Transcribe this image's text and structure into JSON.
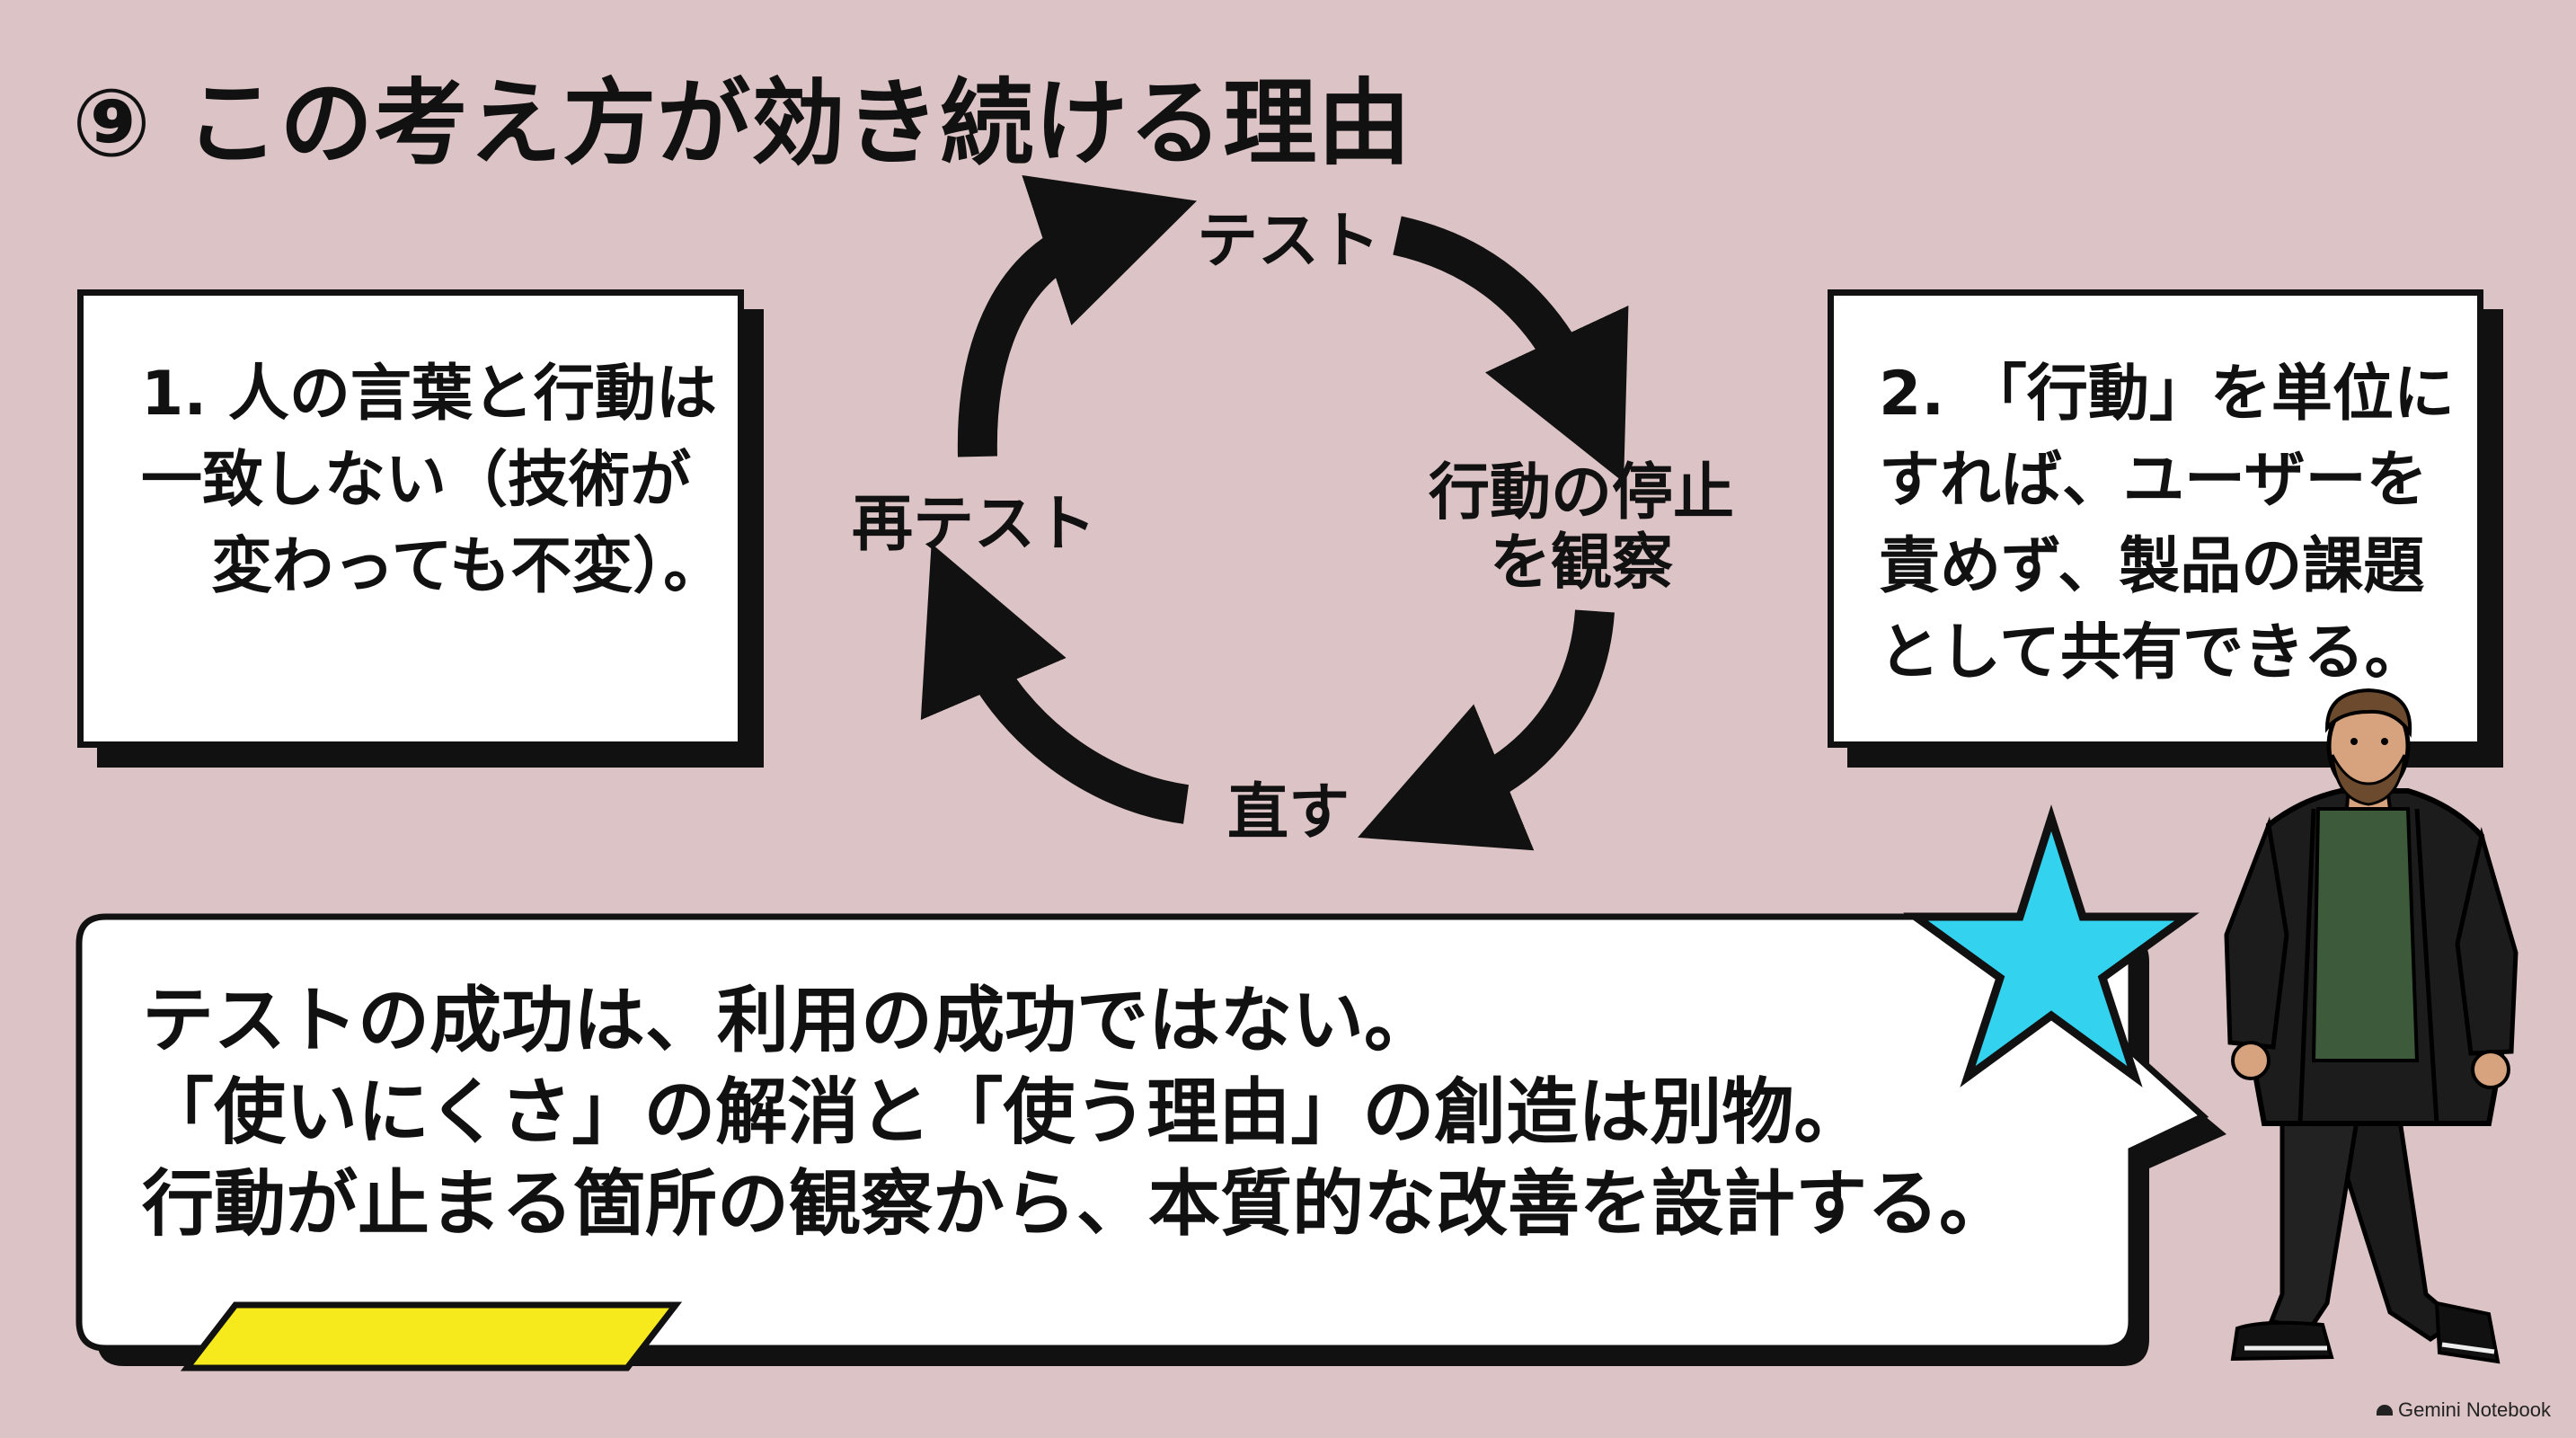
{
  "title": "⑨ この考え方が効き続ける理由",
  "left_box": {
    "lines": [
      "1. 人の言葉と行動は",
      "一致しない（技術が",
      "変わっても不変）。"
    ]
  },
  "right_box": {
    "lines": [
      "2. 「行動」を単位に",
      "すれば、ユーザーを",
      "責めず、製品の課題",
      "として共有できる。"
    ]
  },
  "cycle": {
    "top": "テスト",
    "right": [
      "行動の停止",
      "を観察"
    ],
    "bottom": "直す",
    "left": "再テスト"
  },
  "bubble": {
    "lines": [
      "テストの成功は、利用の成功ではない。",
      "「使いにくさ」の解消と「使う理由」の創造は別物。",
      "行動が止まる箇所の観察から、本質的な改善を設計する。"
    ]
  },
  "colors": {
    "background": "#dcc3c6",
    "star": "#33d3f0",
    "tape": "#f6ea1c"
  },
  "logo": "Gemini Notebook"
}
